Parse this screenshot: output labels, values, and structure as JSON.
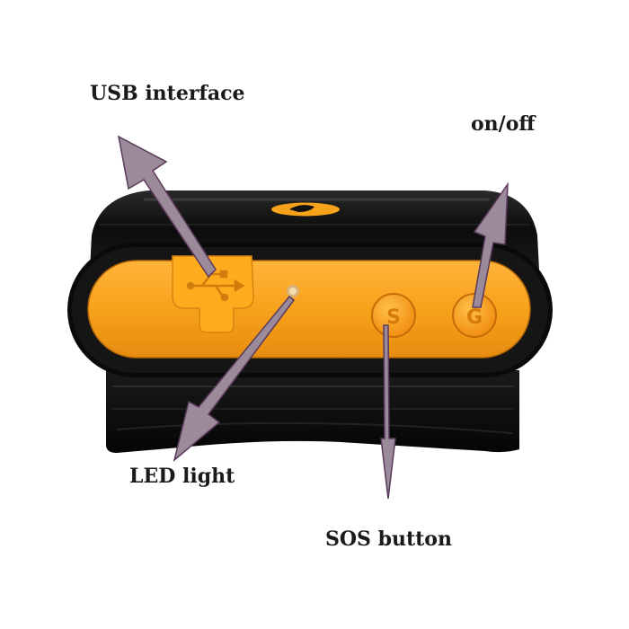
{
  "callouts": {
    "usb_interface": "USB interface",
    "on_off": "on/off",
    "led_light": "LED light",
    "sos_button": "SOS button"
  },
  "device": {
    "sos_button_glyph": "S",
    "power_button_glyph": "G",
    "logo_name": "brand-logo",
    "usb_port_name": "usb-port-cover"
  },
  "colors": {
    "body": "#111111",
    "accent_orange": "#f7a21b",
    "arrow_fill": "#9a8a9a",
    "arrow_stroke": "#5a3a5a",
    "text": "#1a1a1a"
  }
}
